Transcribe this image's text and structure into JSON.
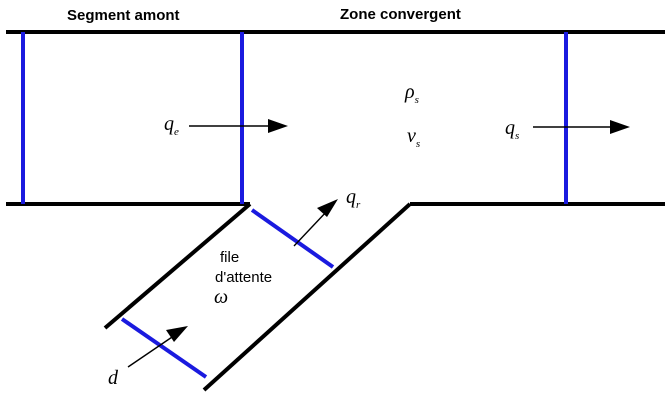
{
  "labels": {
    "segment_amont": "Segment amont",
    "zone_convergent": "Zone convergent",
    "rho": "ρ",
    "rho_sub": "s",
    "v": "v",
    "v_sub": "s",
    "qe": "q",
    "qe_sub": "e",
    "qs": "q",
    "qs_sub": "s",
    "qr": "q",
    "qr_sub": "r",
    "queue_line1": "file",
    "queue_line2": "d'attente",
    "omega": "ω",
    "d": "d"
  },
  "colors": {
    "road": "#000000",
    "section": "#1a1adf",
    "background": "#ffffff"
  }
}
